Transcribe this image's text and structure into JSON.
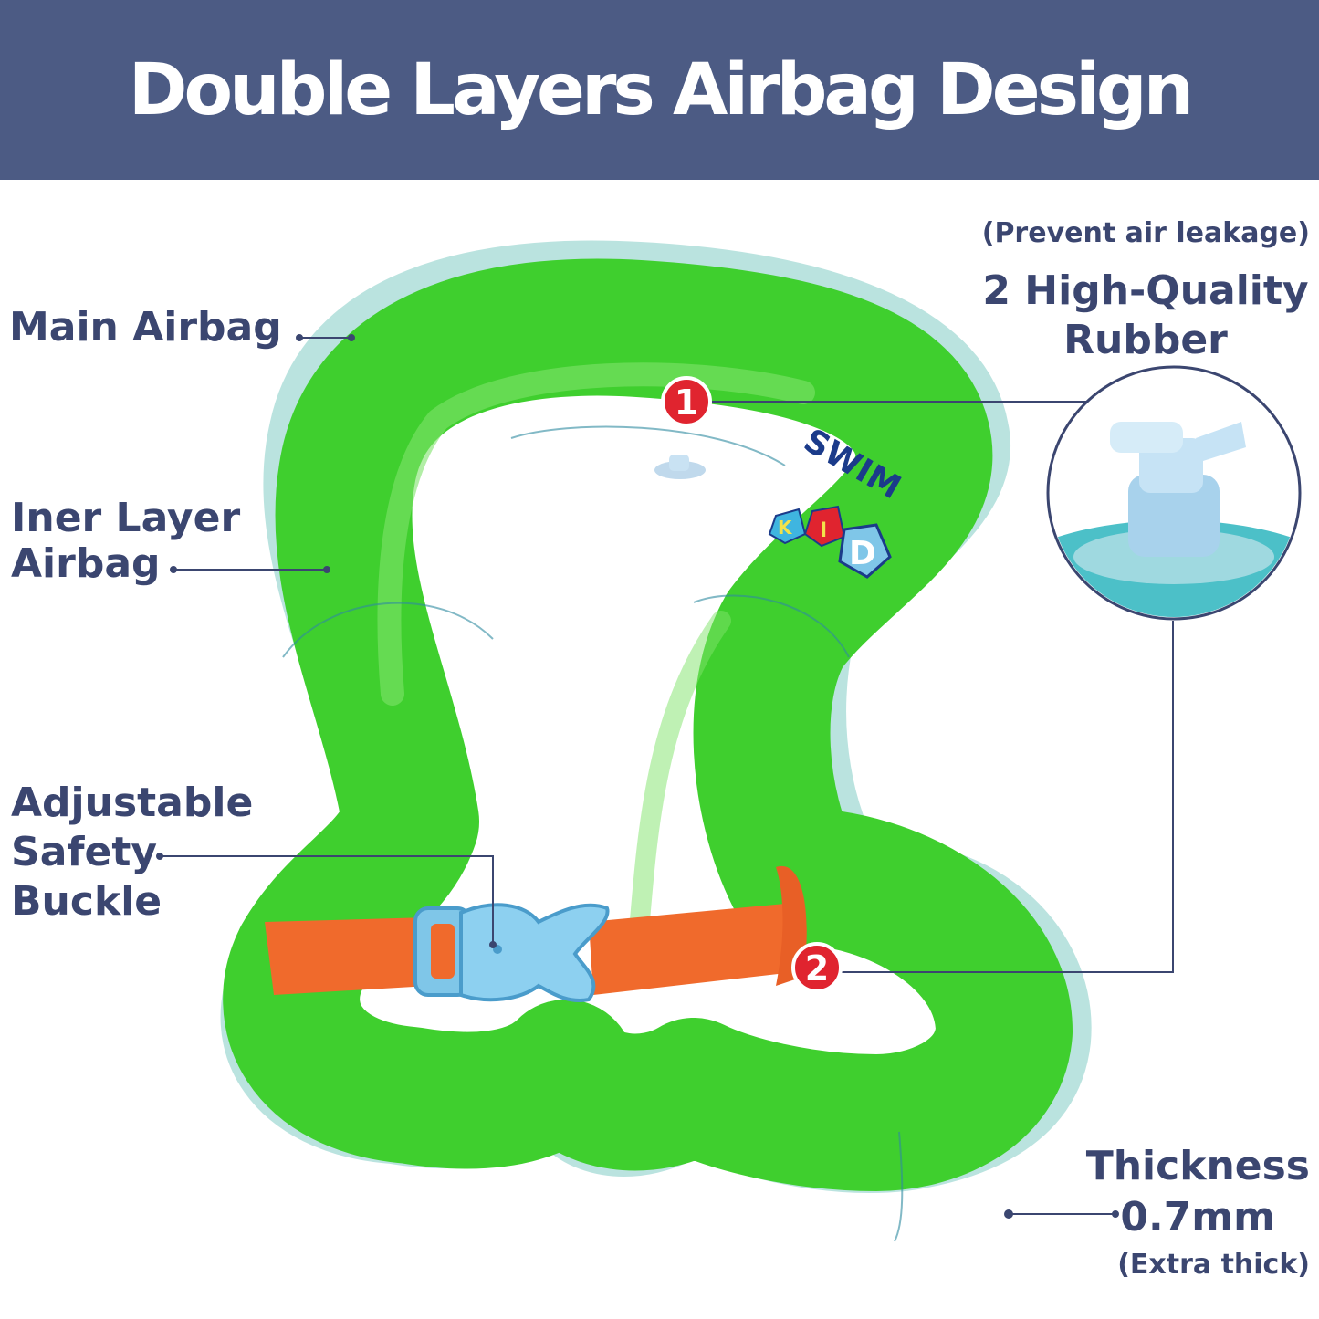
{
  "title": "Double Layers Airbag Design",
  "labels": {
    "main_airbag": "Main Airbag",
    "inner_layer_line1": "Iner Layer",
    "inner_layer_line2": "Airbag",
    "buckle_line1": "Adjustable",
    "buckle_line2": "Safety",
    "buckle_line3": "Buckle",
    "valve_note": "(Prevent air leakage)",
    "valve_line1": "2 High-Quality",
    "valve_line2": "Rubber",
    "thickness_line1": "Thickness",
    "thickness_line2": "0.7mm",
    "thickness_note": "(Extra thick)"
  },
  "markers": [
    "1",
    "2"
  ],
  "product_print": {
    "word": "SWIM",
    "letters": [
      "K",
      "I",
      "D"
    ]
  },
  "colors": {
    "banner": "#4c5b84",
    "label_text": "#3b4670",
    "airbag_green": "#3fcf2e",
    "outer_layer": "#a9dcd8",
    "strap": "#f06a2c",
    "buckle": "#7fc6e8",
    "marker_red": "#e0242f"
  }
}
